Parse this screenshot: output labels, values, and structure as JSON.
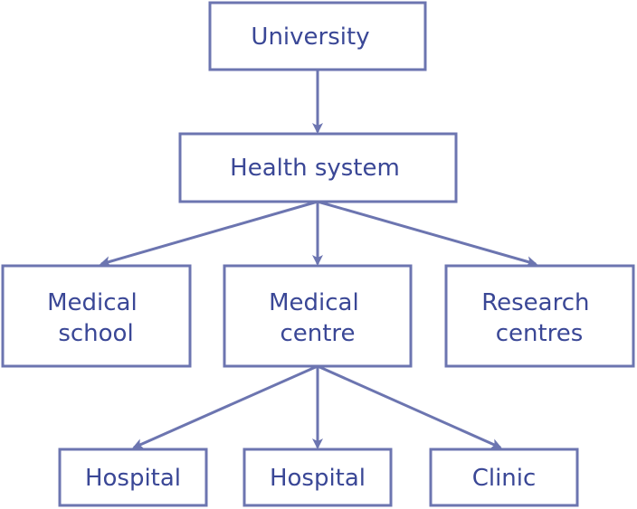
{
  "colors": {
    "stroke": "#6c75b0",
    "text": "#3a4796",
    "fill": "#ffffff"
  },
  "nodes": {
    "university": "University",
    "health_system": "Health system",
    "medical_school": [
      "Medical",
      "school"
    ],
    "medical_centre": [
      "Medical",
      "centre"
    ],
    "research_centres": [
      "Research",
      "centres"
    ],
    "hospital_1": "Hospital",
    "hospital_2": "Hospital",
    "clinic": "Clinic"
  },
  "edges": [
    {
      "from": "university",
      "to": "health_system"
    },
    {
      "from": "health_system",
      "to": "medical_school"
    },
    {
      "from": "health_system",
      "to": "medical_centre"
    },
    {
      "from": "health_system",
      "to": "research_centres"
    },
    {
      "from": "medical_centre",
      "to": "hospital_1"
    },
    {
      "from": "medical_centre",
      "to": "hospital_2"
    },
    {
      "from": "medical_centre",
      "to": "clinic"
    }
  ]
}
